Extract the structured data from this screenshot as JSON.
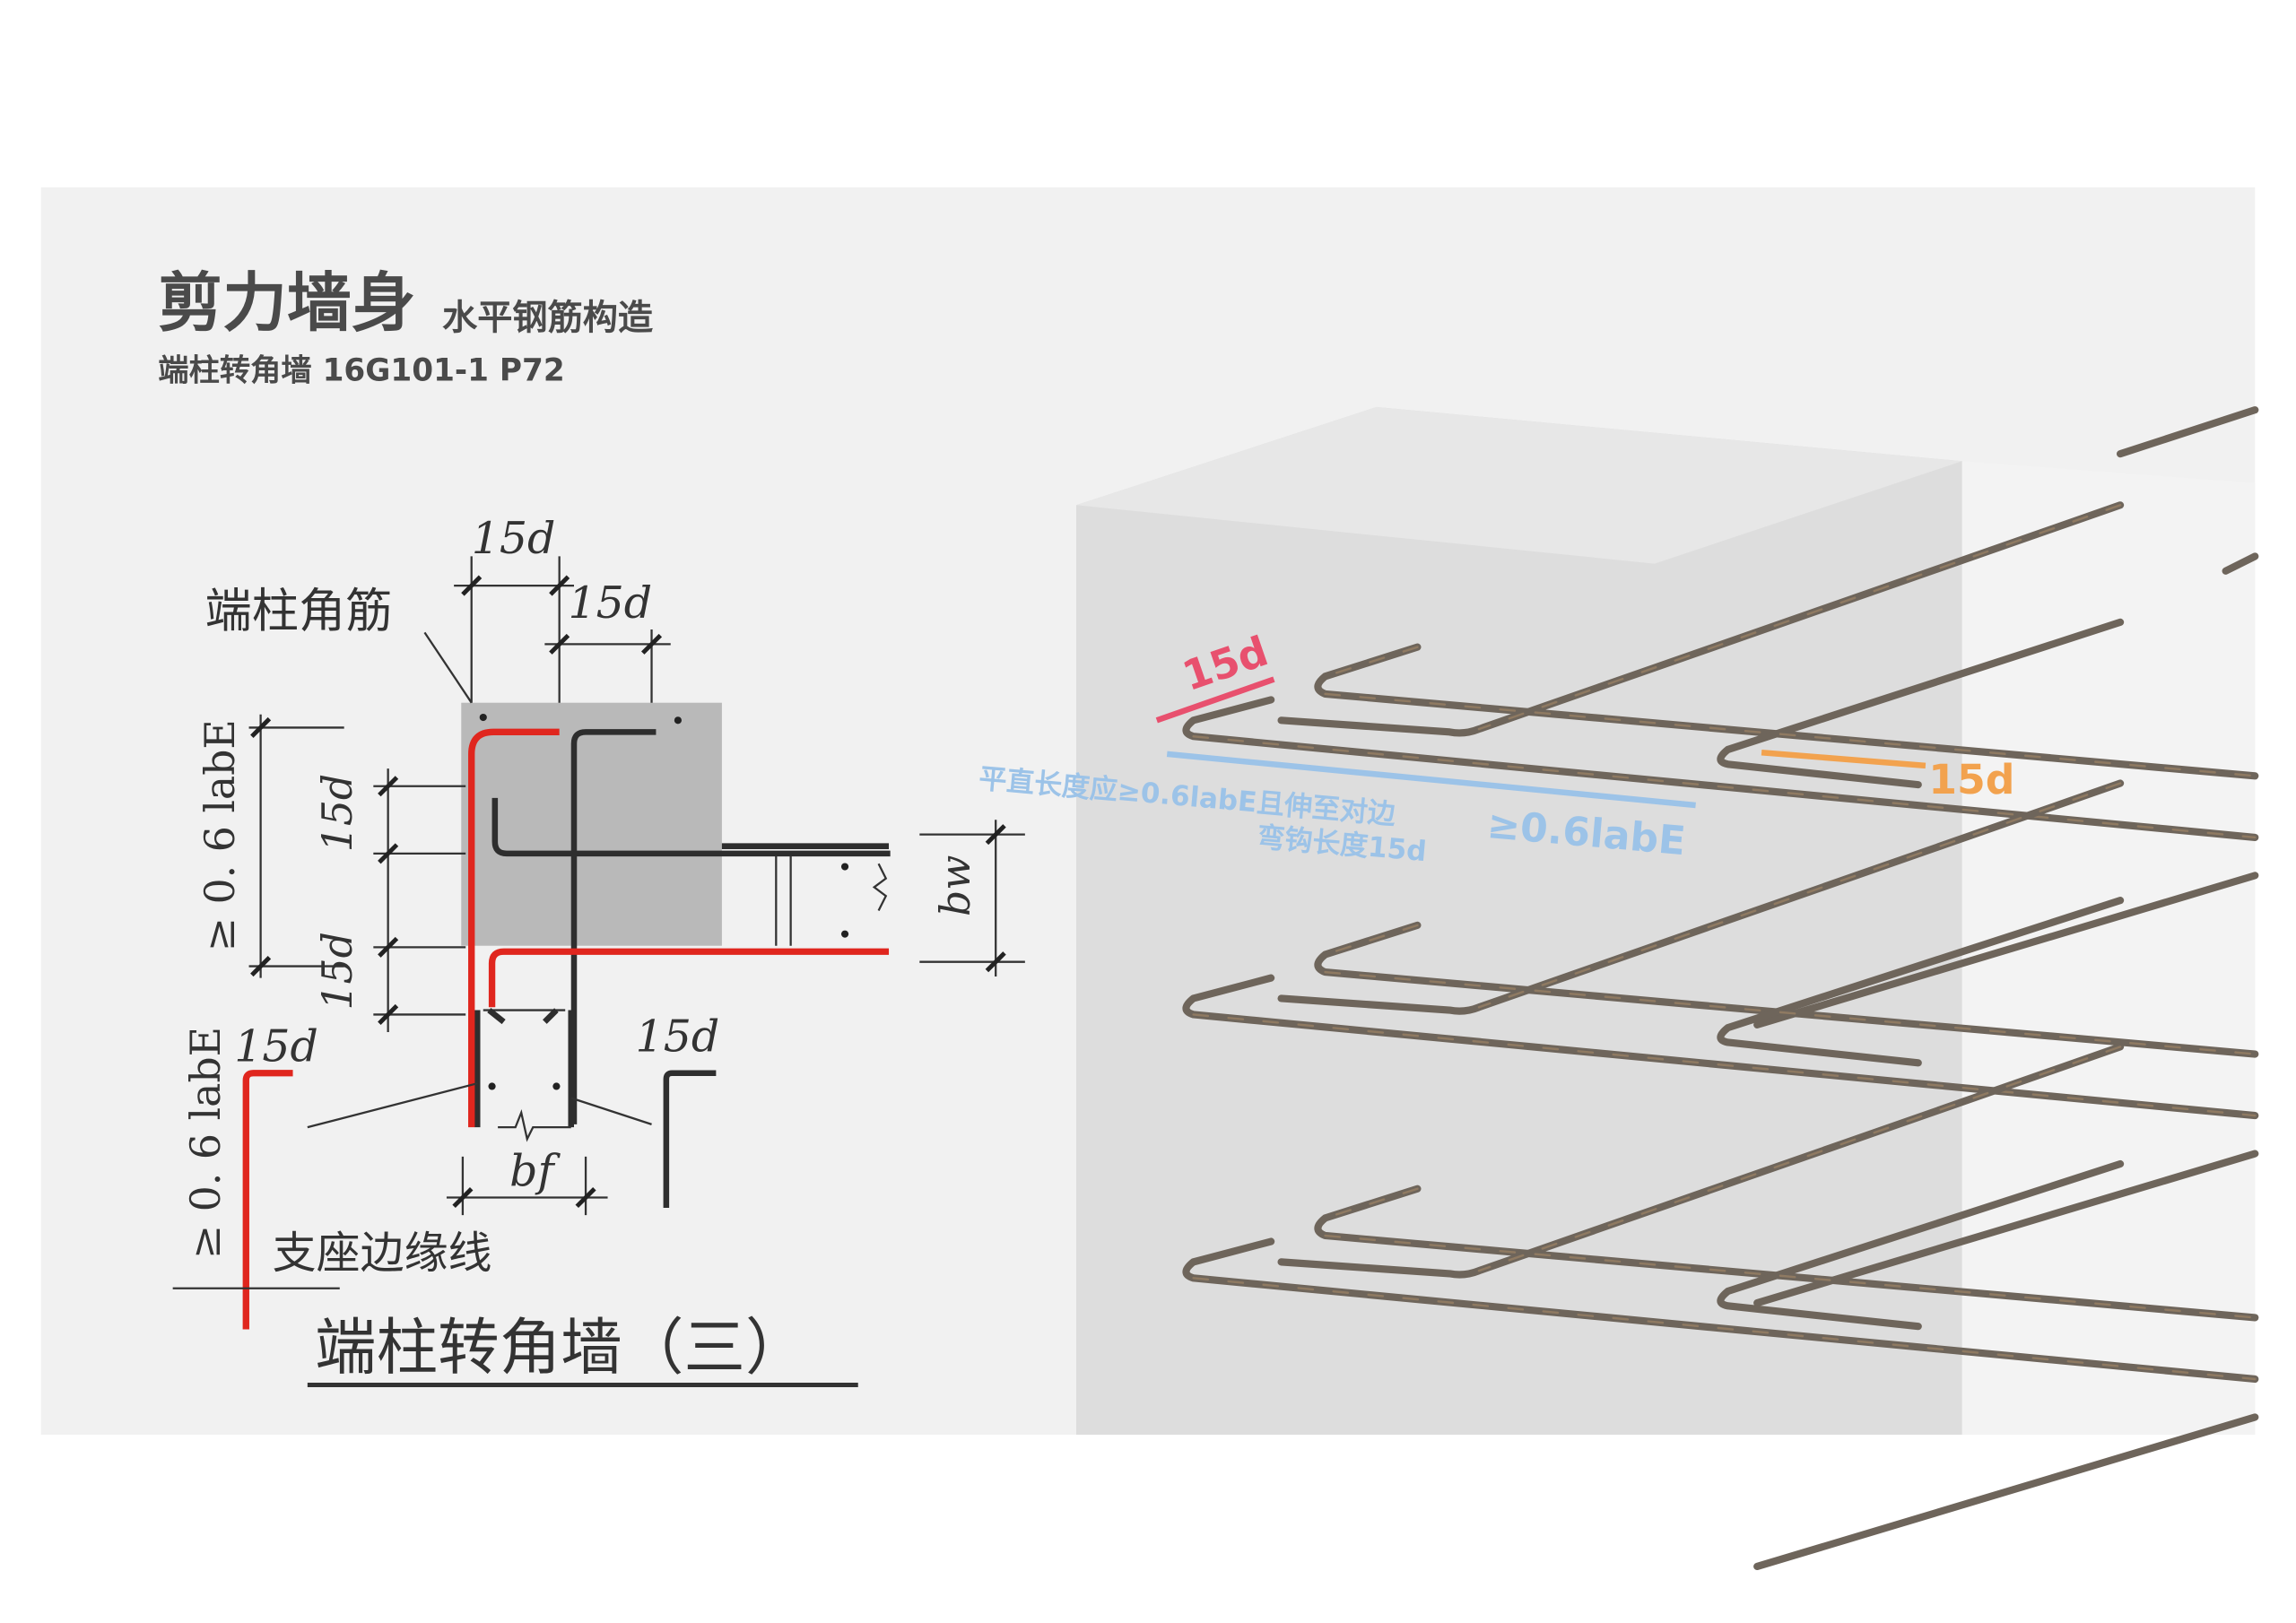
{
  "header": {
    "title": "剪力墙身",
    "subtitle": "水平钢筋构造",
    "reference": "端柱转角墙  16G101-1  P72"
  },
  "detail_drawing": {
    "labels": {
      "dim_top_1": "15d",
      "dim_top_2": "15d",
      "column_corner_bar": "端柱角筋",
      "dim_vertical_1": "15d",
      "dim_vertical_2": "15d",
      "anchorage_main": "≥ 0. 6 labE",
      "bw": "bw",
      "bf": "bf",
      "left_hook": "15d",
      "right_hook": "15d",
      "anchorage_left": "≥ 0. 6 labE",
      "support_edge_line": "支座边缘线",
      "caption": "端柱转角墙（三）"
    }
  },
  "model_3d": {
    "annotations": {
      "red_hook": "15d",
      "blue_note_line1": "平直长度应≥0.6labE且伸至对边",
      "blue_note_line2": "弯钩长度15d",
      "blue_length": "≥0.6labE",
      "orange_hook": "15d"
    },
    "colors": {
      "red": "#e8506e",
      "blue": "#9cc3e8",
      "orange": "#f2a24e",
      "rebar": "#6e655b",
      "concrete": "#dcdcdc"
    }
  }
}
